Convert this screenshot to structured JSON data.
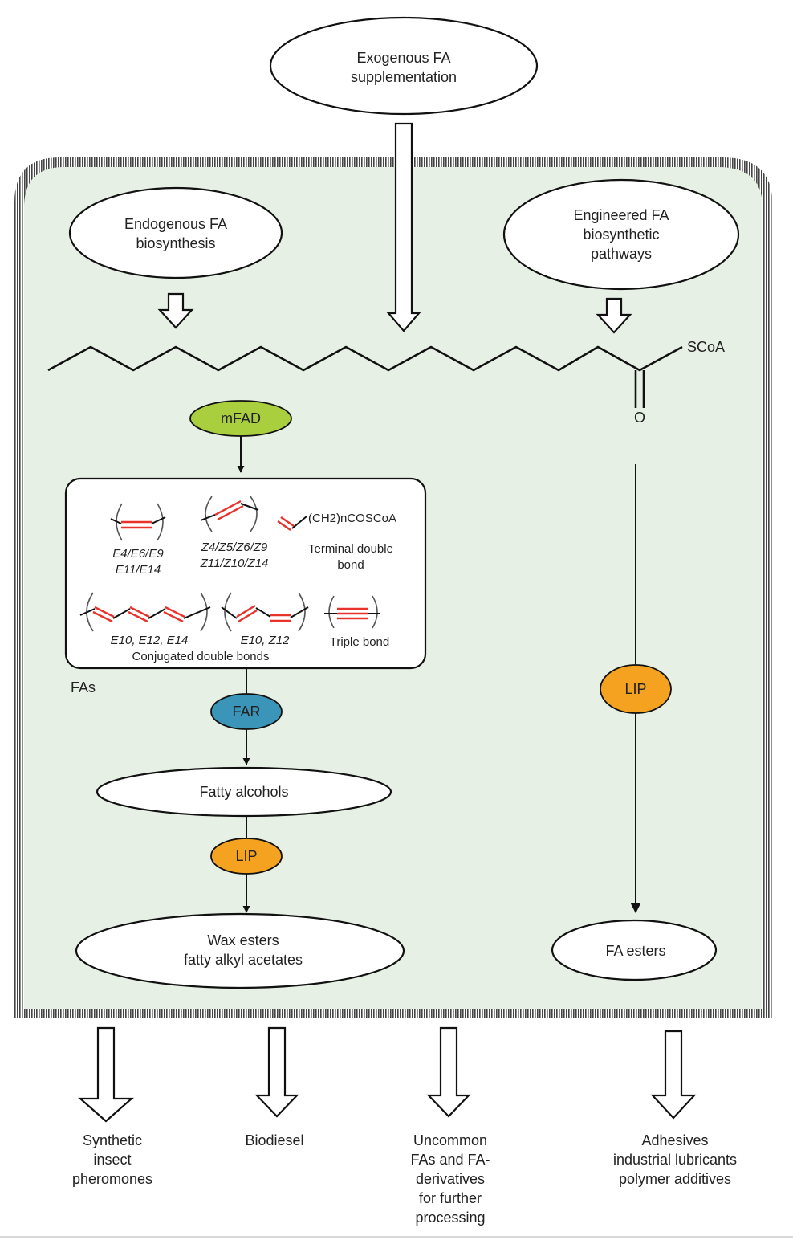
{
  "nodes": {
    "exogenous": [
      "Exogenous FA",
      "supplementation"
    ],
    "endogenous": [
      "Endogenous FA",
      "biosynthesis"
    ],
    "engineered": [
      "Engineered FA",
      "biosynthetic",
      "pathways"
    ],
    "scoa": "SCoA",
    "oxygen": "O",
    "fatty_alcohols": "Fatty alcohols",
    "wax_esters": [
      "Wax esters",
      "fatty alkyl acetates"
    ],
    "fa_esters": "FA esters",
    "fas_label": "FAs"
  },
  "enzymes": {
    "mfad": {
      "label": "mFAD",
      "color": "#a9cf3f"
    },
    "far": {
      "label": "FAR",
      "color": "#3a95b8"
    },
    "lip_left": {
      "label": "LIP",
      "color": "#f4a21f"
    },
    "lip_right": {
      "label": "LIP",
      "color": "#f4a21f"
    }
  },
  "fa_types": {
    "e_series": [
      "E4/E6/E9",
      "E11/E14"
    ],
    "z_series": [
      "Z4/Z5/Z6/Z9",
      "Z11/Z10/Z14"
    ],
    "terminal_formula": "(CH2)nCOSCoA",
    "terminal_label": [
      "Terminal double",
      "bond"
    ],
    "conj_left": "E10, E12, E14",
    "conj_mid": "E10, Z12",
    "conj_label": "Conjugated double bonds",
    "triple": "Triple bond"
  },
  "products": {
    "pheromones": [
      "Synthetic",
      "insect",
      "pheromones"
    ],
    "biodiesel": [
      "Biodiesel"
    ],
    "uncommon": [
      "Uncommon",
      "FAs and FA-",
      "derivatives",
      "for further",
      "processing"
    ],
    "adhesives": [
      "Adhesives",
      "industrial lubricants",
      "polymer additives"
    ]
  },
  "colors": {
    "cell_fill": "#e6f0e4",
    "double_bond": "#e8322c"
  }
}
